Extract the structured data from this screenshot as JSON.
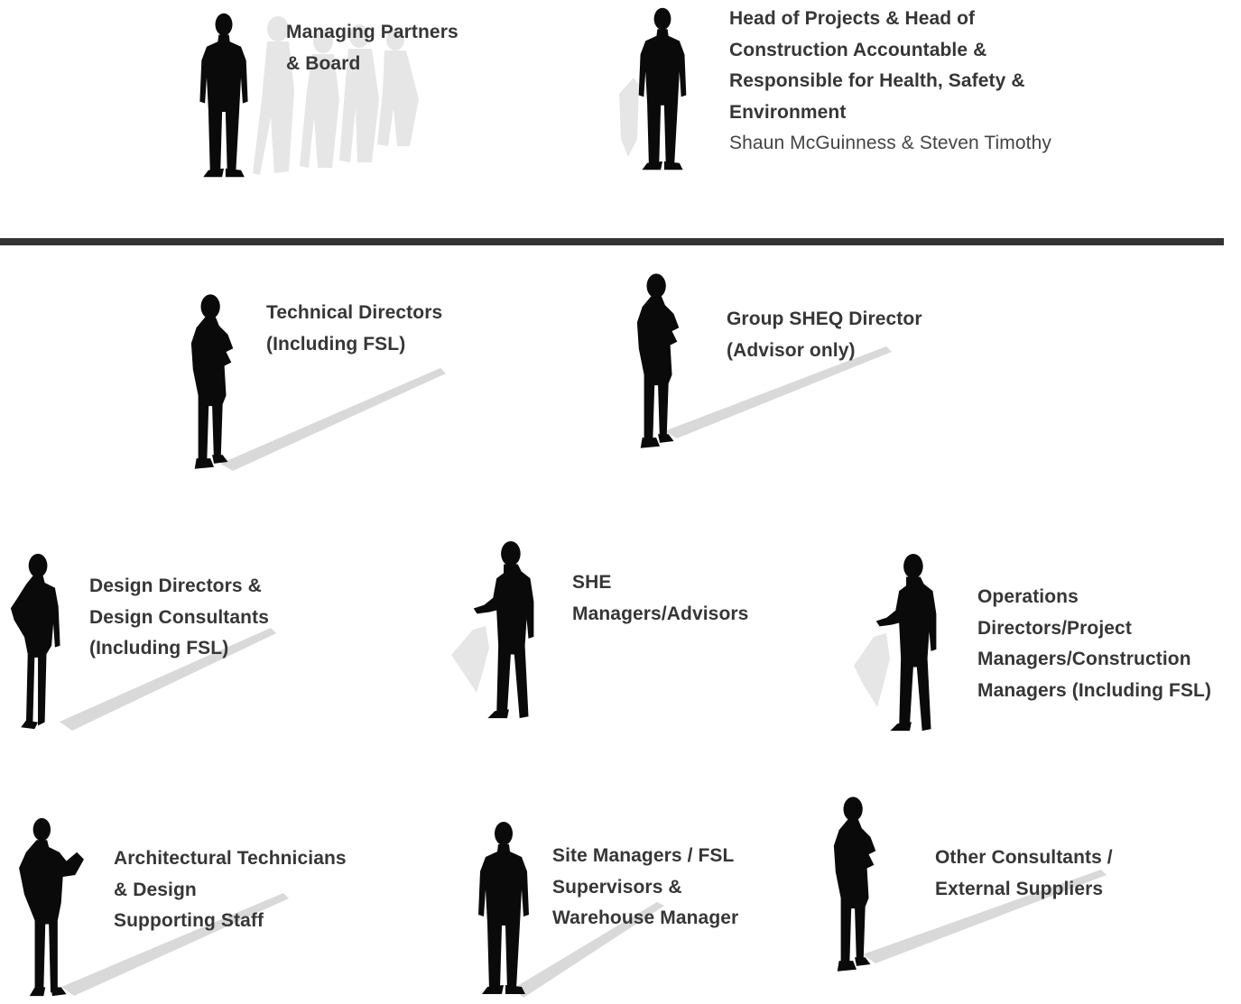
{
  "roles": [
    {
      "id": "managing-partners",
      "lines": [
        "Managing Partners",
        "& Board"
      ]
    },
    {
      "id": "head-of-projects",
      "lines": [
        "Head of Projects & Head of",
        "Construction Accountable &",
        "Responsible for Health, Safety &",
        "Environment"
      ],
      "names": "Shaun McGuinness & Steven Timothy"
    },
    {
      "id": "technical-directors",
      "lines": [
        "Technical Directors",
        "(Including FSL)"
      ]
    },
    {
      "id": "group-sheq-director",
      "lines": [
        "Group SHEQ Director",
        "(Advisor only)"
      ]
    },
    {
      "id": "design-directors",
      "lines": [
        "Design Directors &",
        "Design Consultants",
        "(Including FSL)"
      ]
    },
    {
      "id": "she-managers",
      "lines": [
        "SHE",
        "Managers/Advisors"
      ]
    },
    {
      "id": "operations-directors",
      "lines": [
        "Operations",
        "Directors/Project",
        "Managers/Construction",
        "Managers (Including FSL)"
      ]
    },
    {
      "id": "architectural-technicians",
      "lines": [
        "Architectural Technicians",
        "& Design",
        "Supporting Staff"
      ]
    },
    {
      "id": "site-managers",
      "lines": [
        "Site Managers / FSL",
        "Supervisors &",
        "Warehouse Manager"
      ]
    },
    {
      "id": "other-consultants",
      "lines": [
        "Other Consultants /",
        "External Suppliers"
      ]
    }
  ],
  "icons": {
    "managing-partners": "businessman-group-silhouette-icon",
    "head-of-projects": "businessman-standing-silhouette-icon",
    "technical-directors": "businessman-arms-crossed-silhouette-icon",
    "group-sheq-director": "businessman-arms-crossed-silhouette-icon",
    "design-directors": "businesswoman-hand-on-hip-silhouette-icon",
    "she-managers": "businessman-presenting-silhouette-icon",
    "operations-directors": "businessman-presenting-silhouette-icon",
    "architectural-technicians": "businesswoman-with-clipboard-silhouette-icon",
    "site-managers": "businessman-standing-silhouette-icon",
    "other-consultants": "businessman-arms-crossed-silhouette-icon"
  },
  "colors": {
    "text": "#363636",
    "divider": "#333333",
    "silhouette": "#0a0a0a",
    "shadow": "#d9d9d9"
  }
}
